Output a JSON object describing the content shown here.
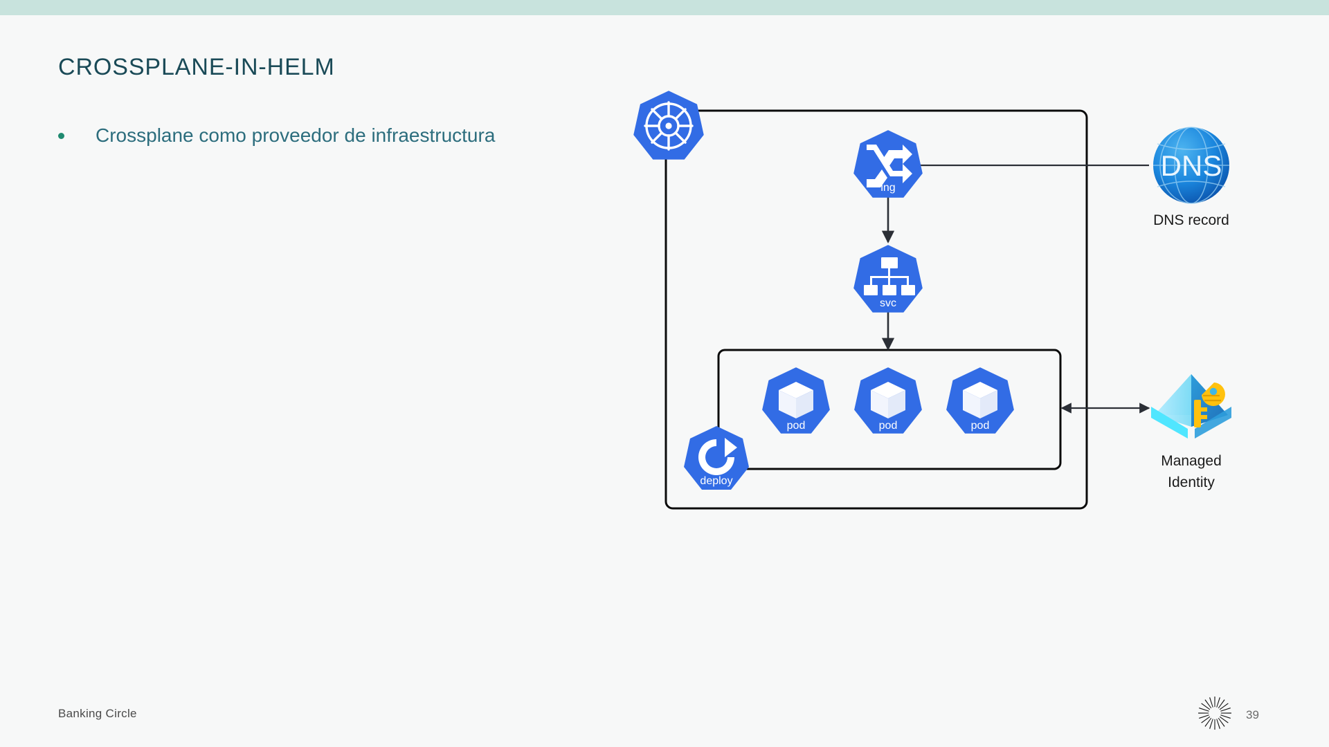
{
  "slide": {
    "title": "CROSSPLANE-IN-HELM",
    "bullets": [
      {
        "text": "Crossplane como proveedor de infraestructura"
      }
    ],
    "footer_left": "Banking Circle",
    "page_number": "39",
    "accent_banner_color": "#c8e3dd",
    "title_color": "#1a4a57",
    "bullet_text_color": "#2c6d7d",
    "bullet_dot_color": "#1f8a70",
    "background_color": "#f7f8f8"
  },
  "diagram": {
    "type": "architecture-diagram",
    "cluster": {
      "name": "kubernetes-cluster",
      "badge_icon": "kubernetes-helm-icon",
      "border_color": "#0b0b0b"
    },
    "nodes": [
      {
        "id": "ingress",
        "icon": "kubernetes-ingress-icon",
        "caption": "ing",
        "label": ""
      },
      {
        "id": "service",
        "icon": "kubernetes-service-icon",
        "caption": "svc",
        "label": ""
      },
      {
        "id": "pod1",
        "icon": "kubernetes-pod-icon",
        "caption": "pod",
        "label": ""
      },
      {
        "id": "pod2",
        "icon": "kubernetes-pod-icon",
        "caption": "pod",
        "label": ""
      },
      {
        "id": "pod3",
        "icon": "kubernetes-pod-icon",
        "caption": "pod",
        "label": ""
      },
      {
        "id": "deploy",
        "icon": "kubernetes-deployment-icon",
        "caption": "deploy",
        "label": ""
      },
      {
        "id": "dns",
        "icon": "dns-globe-icon",
        "caption": "DNS",
        "label": "DNS record"
      },
      {
        "id": "identity",
        "icon": "azure-managed-identity-icon",
        "caption": "",
        "label": "Managed\nIdentity"
      }
    ],
    "edges": [
      {
        "from": "dns",
        "to": "ingress",
        "direction": "one-way"
      },
      {
        "from": "ingress",
        "to": "service",
        "direction": "one-way"
      },
      {
        "from": "service",
        "to": "pods-box",
        "direction": "one-way"
      },
      {
        "from": "pods-box",
        "to": "identity",
        "direction": "two-way"
      },
      {
        "from": "deploy",
        "to": "pods-box",
        "direction": "none"
      }
    ],
    "colors": {
      "k8s_blue": "#326ce5",
      "dns_blue": "#1a7fd4",
      "identity_cyan": "#50e6ff",
      "identity_key": "#ffc10e",
      "line": "#1a1a1a"
    }
  }
}
